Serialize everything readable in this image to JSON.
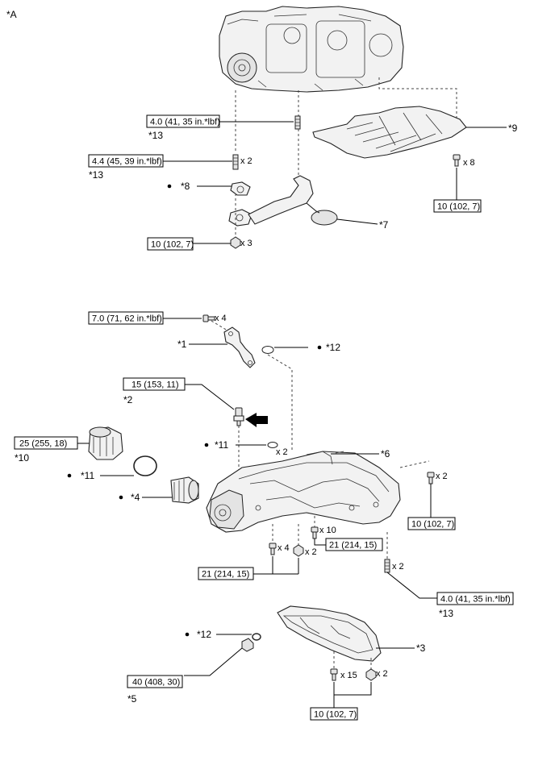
{
  "figure_label": "*A",
  "torque_labels": {
    "t1": "4.0 (41, 35 in.*lbf)",
    "t2": "4.4 (45, 39 in.*lbf)",
    "t3": "10 (102, 7)",
    "t4": "10 (102, 7)",
    "t5": "7.0 (71, 62 in.*lbf)",
    "t6": "15 (153, 11)",
    "t7": "25 (255, 18)",
    "t8": "21 (214, 15)",
    "t9": "21 (214, 15)",
    "t10": "10 (102, 7)",
    "t11": "4.0 (41, 35 in.*lbf)",
    "t12": "40 (408, 30)",
    "t13": "10 (102, 7)"
  },
  "part_refs": {
    "p1": "*1",
    "p2": "*2",
    "p3": "*3",
    "p4": "*4",
    "p5": "*5",
    "p6": "*6",
    "p7": "*7",
    "p8": "*8",
    "p9": "*9",
    "p10": "*10",
    "p11a": "*11",
    "p11b": "*11",
    "p12a": "*12",
    "p12b": "*12",
    "p13a": "*13",
    "p13b": "*13",
    "p13c": "*13"
  },
  "quantities": {
    "q1": "x 2",
    "q2": "x 8",
    "q3": "x 3",
    "q4": "x 4",
    "q5": "x 2",
    "q6": "x 2",
    "q7": "x 10",
    "q8": "x 4",
    "q9": "x 2",
    "q10": "x 2",
    "q11": "x 15",
    "q12": "x 2"
  },
  "icons": [
    "engine-block",
    "skid-plate",
    "oil-strainer",
    "oil-cooler-bracket",
    "oil-pressure-switch",
    "oil-filter-cap",
    "o-ring",
    "oil-filter-element",
    "oil-pan",
    "oil-pan-no2",
    "drain-plug",
    "direction-arrow"
  ]
}
